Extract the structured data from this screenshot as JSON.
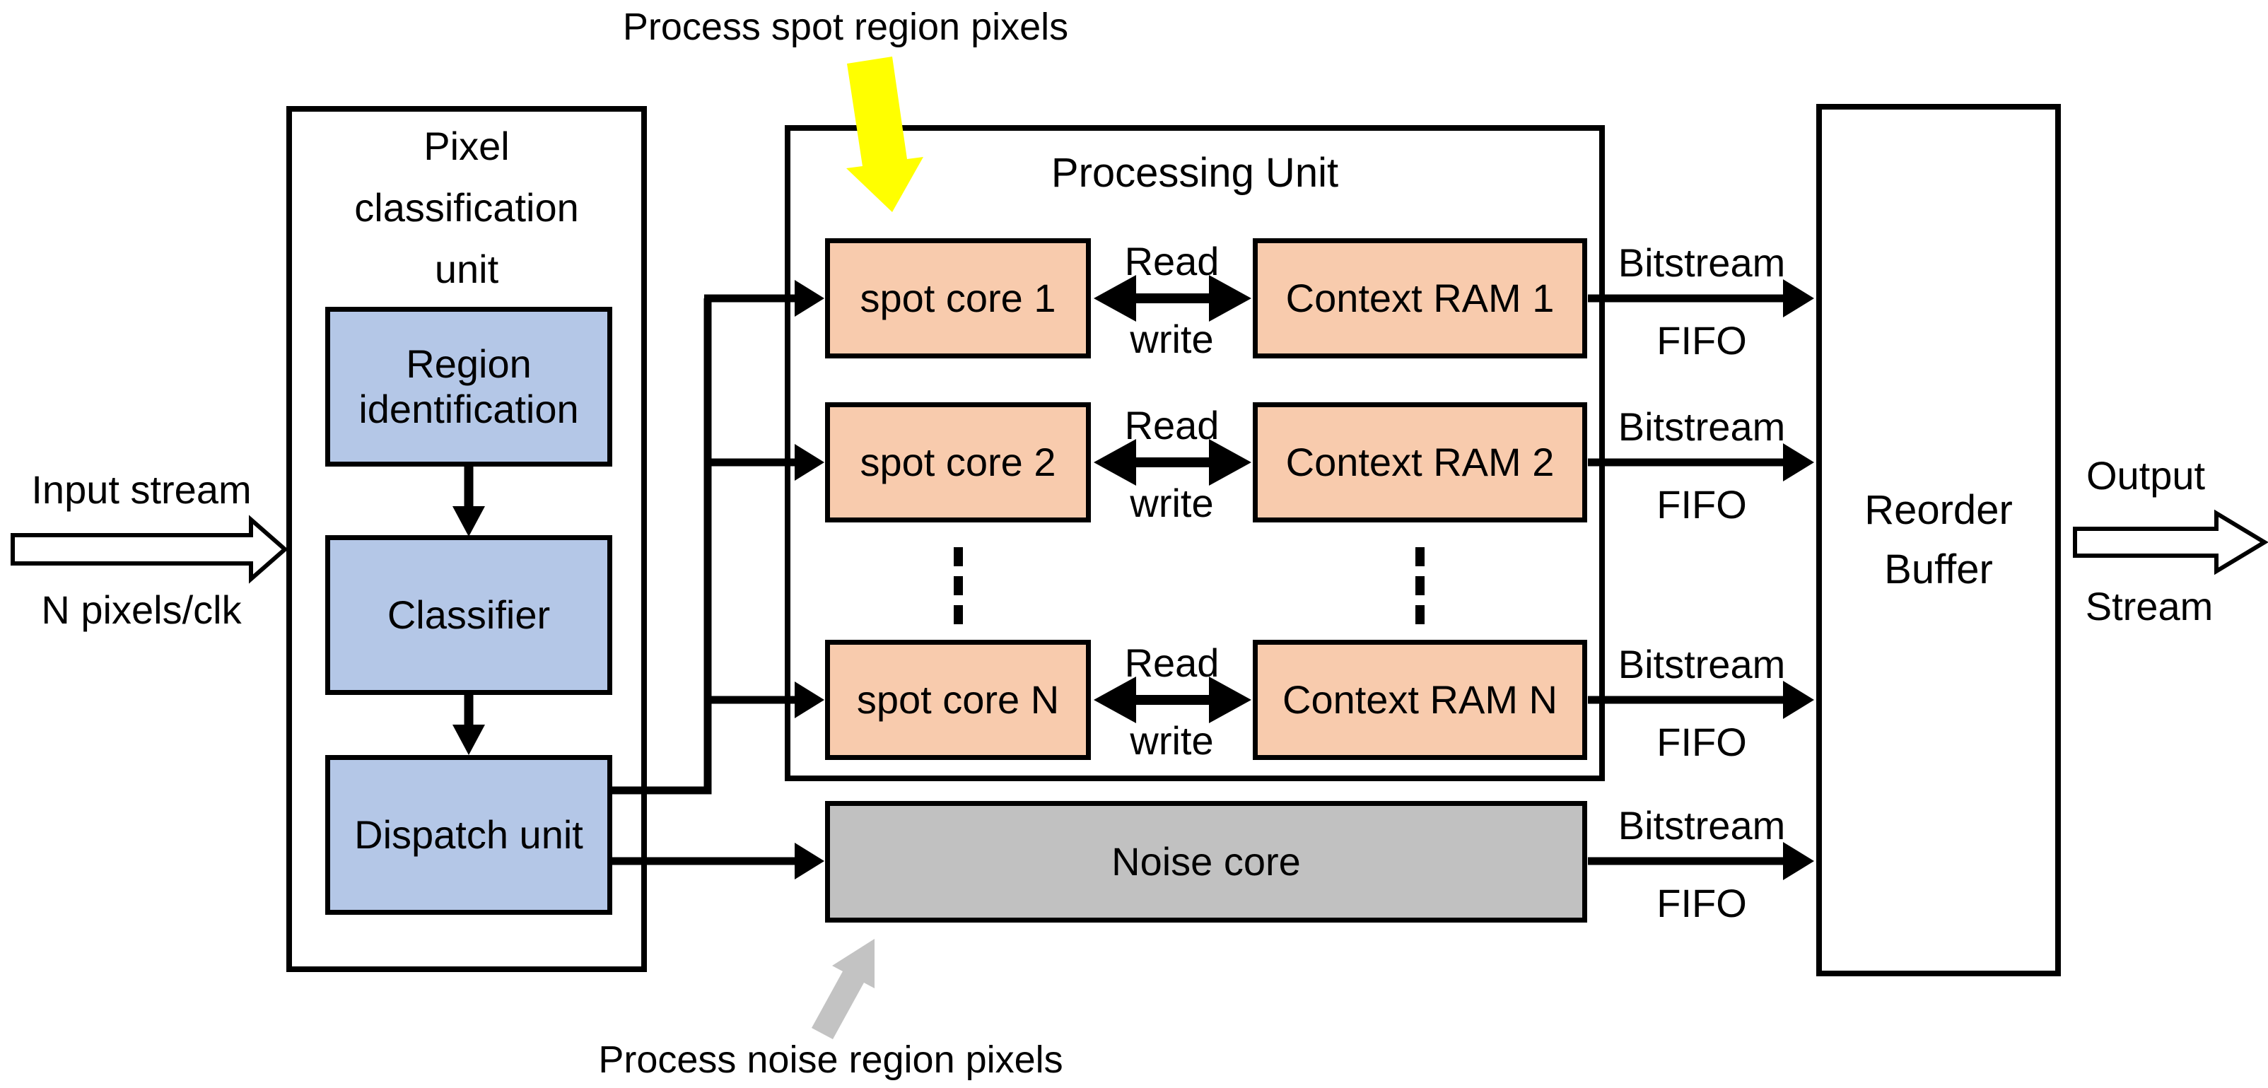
{
  "colors": {
    "block-blue": "#b4c7e7",
    "block-orange": "#f8cbad",
    "block-gray": "#c1c1c1",
    "arrow-yellow": "#ffff00",
    "arrow-gray": "#c3c3c3"
  },
  "annotations": {
    "top": "Process spot region pixels",
    "bottom": "Process noise region pixels"
  },
  "input": {
    "stream": "Input stream",
    "rate": "N pixels/clk"
  },
  "output": {
    "line1": "Output",
    "line2": "Stream"
  },
  "pixel_classification_unit": {
    "title": "Pixel\nclassification\nunit",
    "region_identification": "Region identification",
    "classifier": "Classifier",
    "dispatch_unit": "Dispatch unit"
  },
  "processing_unit": {
    "title": "Processing Unit",
    "read": "Read",
    "write": "write",
    "rows": [
      {
        "core": "spot core 1",
        "ram": "Context RAM 1"
      },
      {
        "core": "spot core 2",
        "ram": "Context RAM 2"
      },
      {
        "core": "spot core N",
        "ram": "Context RAM N"
      }
    ]
  },
  "noise_core": {
    "label": "Noise core"
  },
  "reorder_buffer": {
    "label": "Reorder\nBuffer"
  },
  "fifo": {
    "top": "Bitstream",
    "bottom": "FIFO"
  }
}
